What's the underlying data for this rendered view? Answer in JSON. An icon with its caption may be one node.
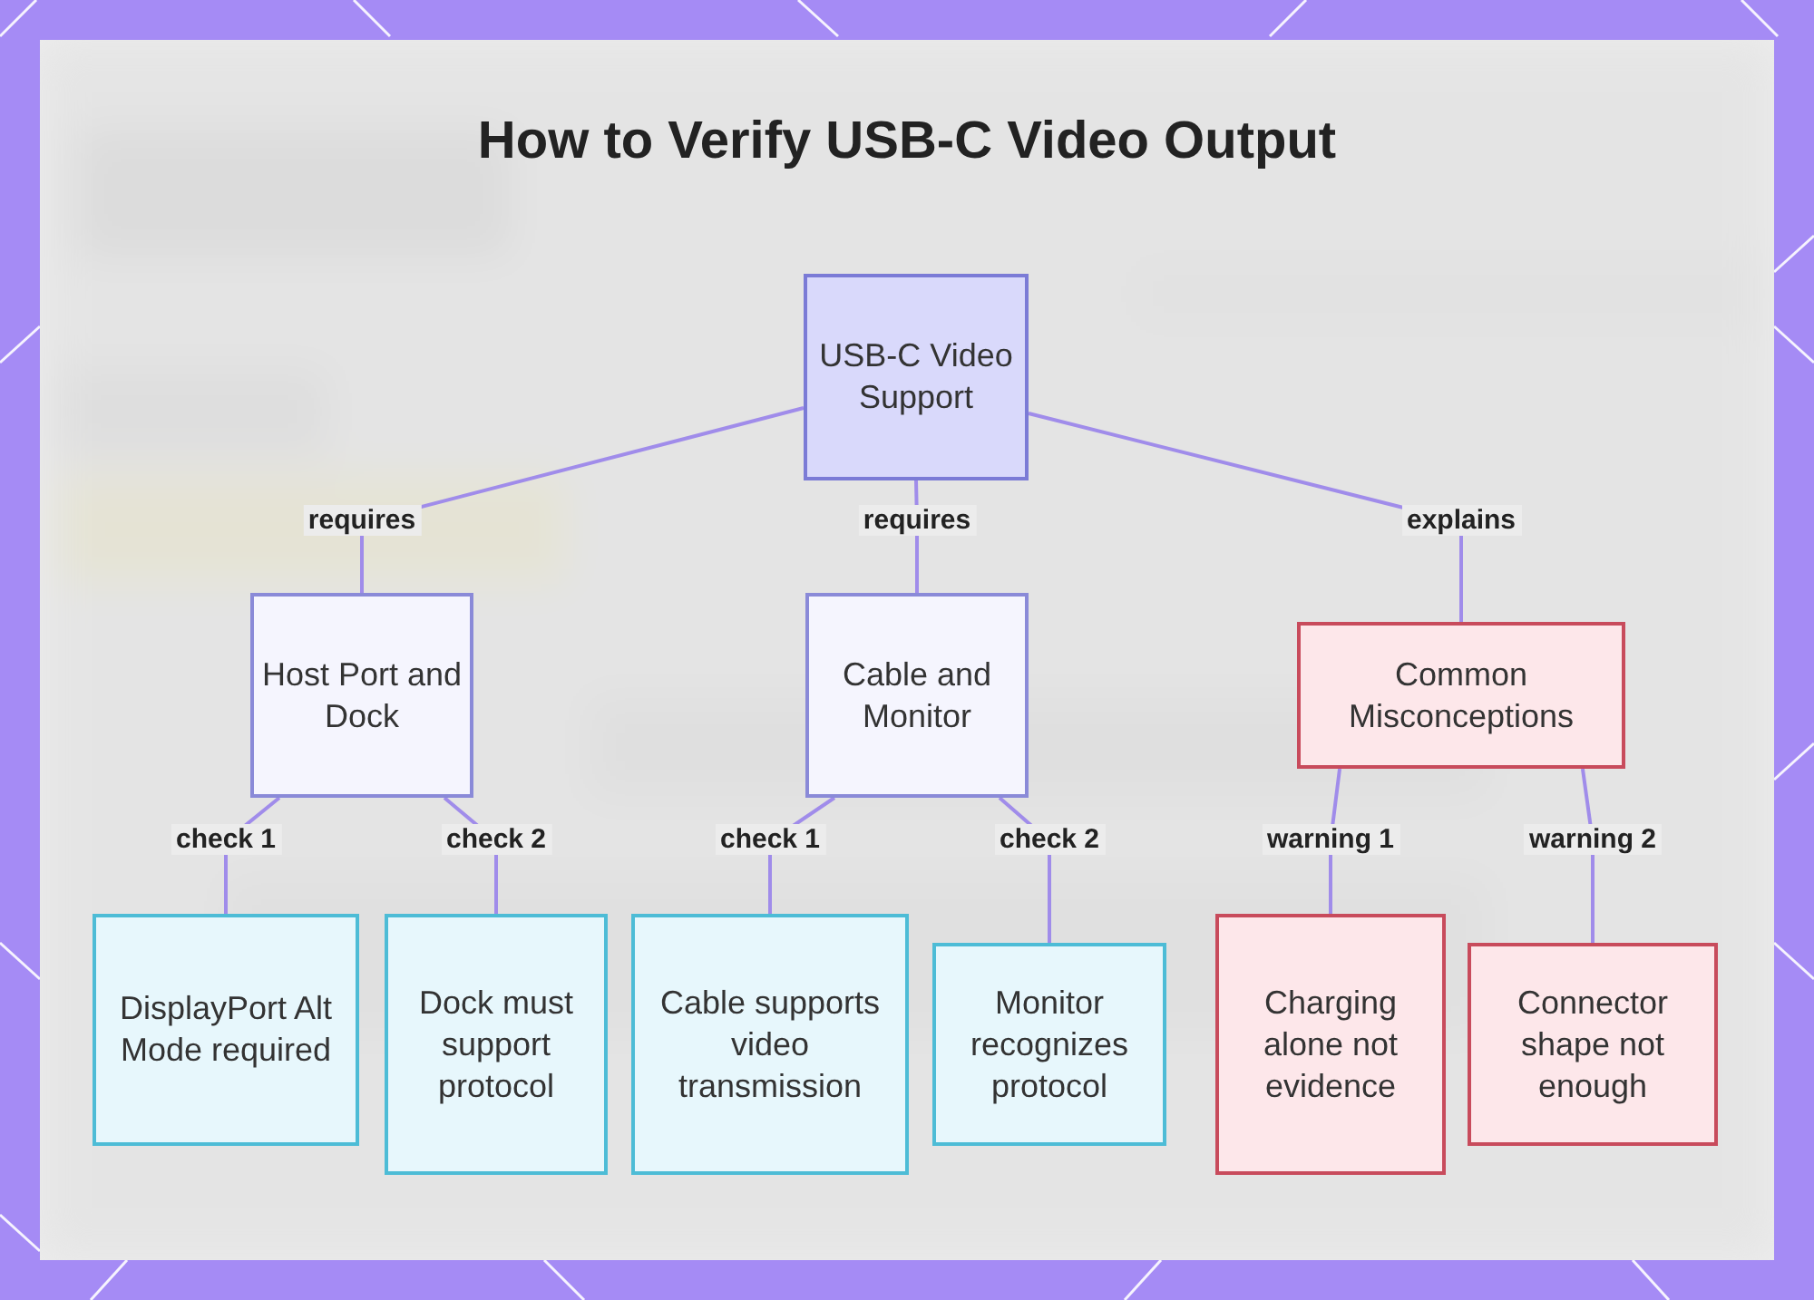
{
  "diagram": {
    "title": "How to Verify USB-C Video Output",
    "nodes": [
      {
        "text": [
          "USB-C Video Support"
        ]
      },
      {
        "text": [
          "Host Port and Dock"
        ]
      },
      {
        "text": [
          "Cable and Monitor"
        ]
      },
      {
        "text": [
          "Common Misconceptions"
        ]
      },
      {
        "text": [
          "DisplayPort Alt Mode required"
        ]
      },
      {
        "text": [
          "Dock must support protocol"
        ]
      },
      {
        "text": [
          "Cable supports video transmission"
        ]
      },
      {
        "text": [
          "Monitor recognizes protocol"
        ]
      },
      {
        "text": [
          "Charging alone not evidence"
        ]
      },
      {
        "text": [
          "Connector shape not enough"
        ]
      }
    ],
    "edges": [
      {
        "from": 0,
        "to": 1,
        "arrow": "none",
        "label": "requires"
      },
      {
        "from": 0,
        "to": 2,
        "arrow": "none",
        "label": "requires"
      },
      {
        "from": 0,
        "to": 3,
        "arrow": "none",
        "label": "explains"
      },
      {
        "from": 1,
        "to": 4,
        "arrow": "none",
        "label": "check 1"
      },
      {
        "from": 1,
        "to": 5,
        "arrow": "none",
        "label": "check 2"
      },
      {
        "from": 2,
        "to": 6,
        "arrow": "none",
        "label": "check 1"
      },
      {
        "from": 2,
        "to": 7,
        "arrow": "none",
        "label": "check 2"
      },
      {
        "from": 3,
        "to": 8,
        "arrow": "none",
        "label": "warning 1"
      },
      {
        "from": 3,
        "to": 9,
        "arrow": "none",
        "label": "warning 2"
      }
    ]
  }
}
